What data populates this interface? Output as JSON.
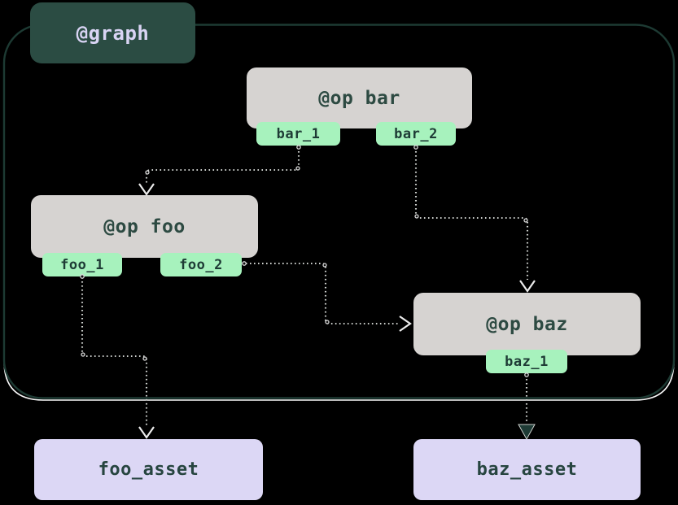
{
  "graph": {
    "label": "@graph"
  },
  "ops": [
    {
      "name": "bar",
      "label": "@op bar",
      "outputs": [
        {
          "label": "bar_1"
        },
        {
          "label": "bar_2"
        }
      ]
    },
    {
      "name": "foo",
      "label": "@op foo",
      "outputs": [
        {
          "label": "foo_1"
        },
        {
          "label": "foo_2"
        }
      ]
    },
    {
      "name": "baz",
      "label": "@op baz",
      "outputs": [
        {
          "label": "baz_1"
        }
      ]
    }
  ],
  "assets": [
    {
      "label": "foo_asset"
    },
    {
      "label": "baz_asset"
    }
  ],
  "edges": [
    {
      "from": "bar.bar_1",
      "to": "op foo"
    },
    {
      "from": "bar.bar_2",
      "to": "op baz"
    },
    {
      "from": "foo.foo_1",
      "to": "foo_asset"
    },
    {
      "from": "foo.foo_2",
      "to": "op baz"
    },
    {
      "from": "baz.baz_1",
      "to": "baz_asset"
    }
  ],
  "colors": {
    "background": "#000000",
    "graph_fill": "#2b4c43",
    "graph_text": "#d9d4f4",
    "op_fill": "#d6d3d1",
    "op_text": "#2d4a42",
    "output_fill": "#a7f2bd",
    "output_text": "#1e3b35",
    "asset_fill": "#dcd7f5",
    "asset_text": "#274540",
    "boundary": "#1d3a33",
    "boundary_highlight": "#f8f8f8",
    "edge": "#cdd0cd"
  }
}
